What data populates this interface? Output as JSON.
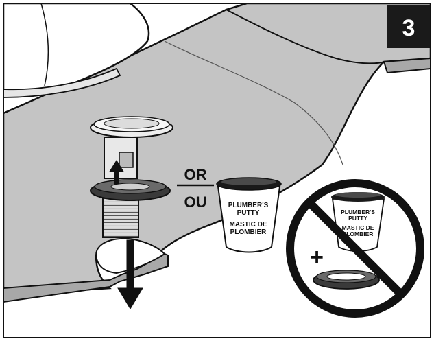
{
  "step": {
    "number": "3"
  },
  "divider": {
    "or_label": "OR",
    "ou_label": "OU"
  },
  "putty_cup": {
    "line1": "PLUMBER'S",
    "line2": "PUTTY",
    "line3": "MASTIC DE",
    "line4": "PLOMBIER"
  },
  "prohibited_cup": {
    "line1": "PLUMBER'S",
    "line2": "PUTTY",
    "line3": "MASTIC DE",
    "line4": "PLOMBIER"
  },
  "plus_sign": "+",
  "colors": {
    "sink_gray": "#c4c4c4",
    "drain_gray": "#dedede",
    "ink": "#111111",
    "badge": "#1a1a1a"
  }
}
